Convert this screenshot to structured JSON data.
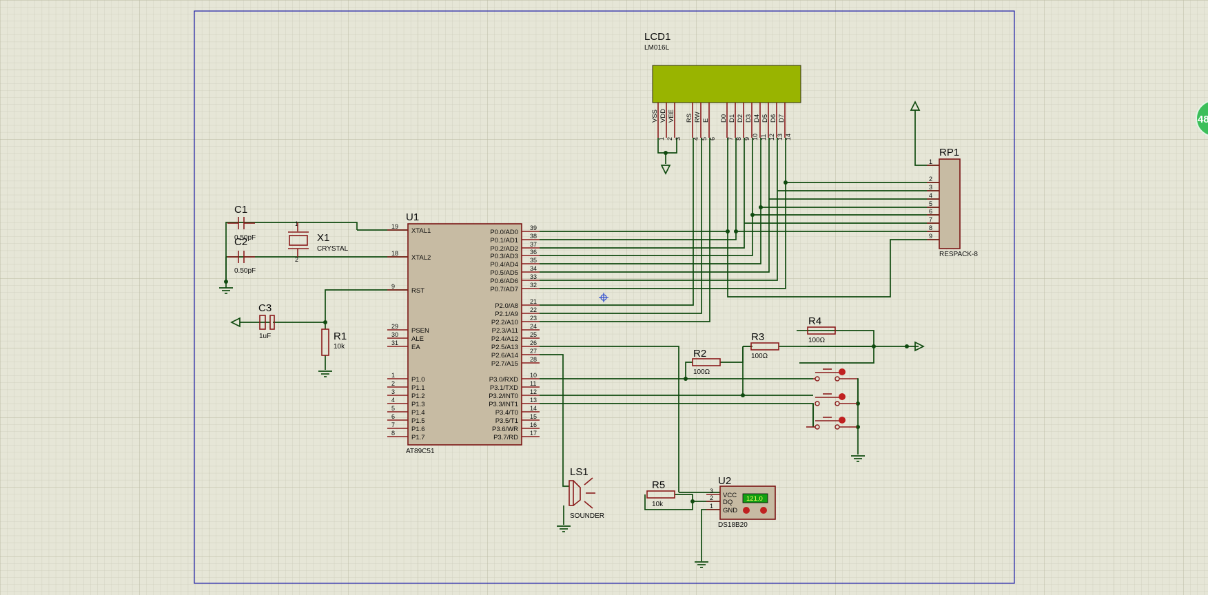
{
  "colors": {
    "background": "#e6e6d7",
    "grid_minor": "#c9c9b5",
    "sheet_border": "#1c1ca6",
    "wire": "#0f4a0f",
    "component_outline": "#7a1414",
    "component_body": "#c7bba3",
    "lcd_screen": "#99b400",
    "sensor_display": "#12a012",
    "sensor_text": "#ffff66"
  },
  "lcd": {
    "ref": "LCD1",
    "part": "LM016L",
    "pins": [
      {
        "name": "VSS",
        "num": "1"
      },
      {
        "name": "VDD",
        "num": "2"
      },
      {
        "name": "VEE",
        "num": "3"
      },
      {
        "name": "RS",
        "num": "4"
      },
      {
        "name": "RW",
        "num": "5"
      },
      {
        "name": "E",
        "num": "6"
      },
      {
        "name": "D0",
        "num": "7"
      },
      {
        "name": "D1",
        "num": "8"
      },
      {
        "name": "D2",
        "num": "9"
      },
      {
        "name": "D3",
        "num": "10"
      },
      {
        "name": "D4",
        "num": "11"
      },
      {
        "name": "D5",
        "num": "12"
      },
      {
        "name": "D6",
        "num": "13"
      },
      {
        "name": "D7",
        "num": "14"
      }
    ]
  },
  "mcu": {
    "ref": "U1",
    "part": "AT89C51",
    "left_pins": [
      {
        "name": "XTAL1",
        "num": "19"
      },
      {
        "name": "XTAL2",
        "num": "18"
      },
      {
        "name": "RST",
        "num": "9"
      },
      {
        "name": "PSEN",
        "num": "29"
      },
      {
        "name": "ALE",
        "num": "30"
      },
      {
        "name": "EA",
        "num": "31"
      },
      {
        "name": "P1.0",
        "num": "1"
      },
      {
        "name": "P1.1",
        "num": "2"
      },
      {
        "name": "P1.2",
        "num": "3"
      },
      {
        "name": "P1.3",
        "num": "4"
      },
      {
        "name": "P1.4",
        "num": "5"
      },
      {
        "name": "P1.5",
        "num": "6"
      },
      {
        "name": "P1.6",
        "num": "7"
      },
      {
        "name": "P1.7",
        "num": "8"
      }
    ],
    "right_pins": [
      {
        "name": "P0.0/AD0",
        "num": "39"
      },
      {
        "name": "P0.1/AD1",
        "num": "38"
      },
      {
        "name": "P0.2/AD2",
        "num": "37"
      },
      {
        "name": "P0.3/AD3",
        "num": "36"
      },
      {
        "name": "P0.4/AD4",
        "num": "35"
      },
      {
        "name": "P0.5/AD5",
        "num": "34"
      },
      {
        "name": "P0.6/AD6",
        "num": "33"
      },
      {
        "name": "P0.7/AD7",
        "num": "32"
      },
      {
        "name": "P2.0/A8",
        "num": "21"
      },
      {
        "name": "P2.1/A9",
        "num": "22"
      },
      {
        "name": "P2.2/A10",
        "num": "23"
      },
      {
        "name": "P2.3/A11",
        "num": "24"
      },
      {
        "name": "P2.4/A12",
        "num": "25"
      },
      {
        "name": "P2.5/A13",
        "num": "26"
      },
      {
        "name": "P2.6/A14",
        "num": "27"
      },
      {
        "name": "P2.7/A15",
        "num": "28"
      },
      {
        "name": "P3.0/RXD",
        "num": "10"
      },
      {
        "name": "P3.1/TXD",
        "num": "11"
      },
      {
        "name": "P3.2/INT0",
        "num": "12"
      },
      {
        "name": "P3.3/INT1",
        "num": "13"
      },
      {
        "name": "P3.4/T0",
        "num": "14"
      },
      {
        "name": "P3.5/T1",
        "num": "15"
      },
      {
        "name": "P3.6/WR",
        "num": "16"
      },
      {
        "name": "P3.7/RD",
        "num": "17"
      }
    ]
  },
  "c1": {
    "ref": "C1",
    "value": "0.50pF"
  },
  "c2": {
    "ref": "C2",
    "value": "0.50pF"
  },
  "c3": {
    "ref": "C3",
    "value": "1uF"
  },
  "x1": {
    "ref": "X1",
    "part": "CRYSTAL",
    "pin1": "1",
    "pin2": "2"
  },
  "r1": {
    "ref": "R1",
    "value": "10k"
  },
  "r2": {
    "ref": "R2",
    "value": "100Ω"
  },
  "r3": {
    "ref": "R3",
    "value": "100Ω"
  },
  "r4": {
    "ref": "R4",
    "value": "100Ω"
  },
  "r5": {
    "ref": "R5",
    "value": "10k"
  },
  "rp1": {
    "ref": "RP1",
    "part": "RESPACK-8",
    "pins": [
      "1",
      "2",
      "3",
      "4",
      "5",
      "6",
      "7",
      "8",
      "9"
    ]
  },
  "ls1": {
    "ref": "LS1",
    "part": "SOUNDER"
  },
  "u2": {
    "ref": "U2",
    "part": "DS18B20",
    "reading": "121.0",
    "pins": [
      {
        "name": "VCC",
        "num": "3"
      },
      {
        "name": "DQ",
        "num": "2"
      },
      {
        "name": "GND",
        "num": "1"
      }
    ]
  },
  "side_badge": {
    "text": "48"
  }
}
